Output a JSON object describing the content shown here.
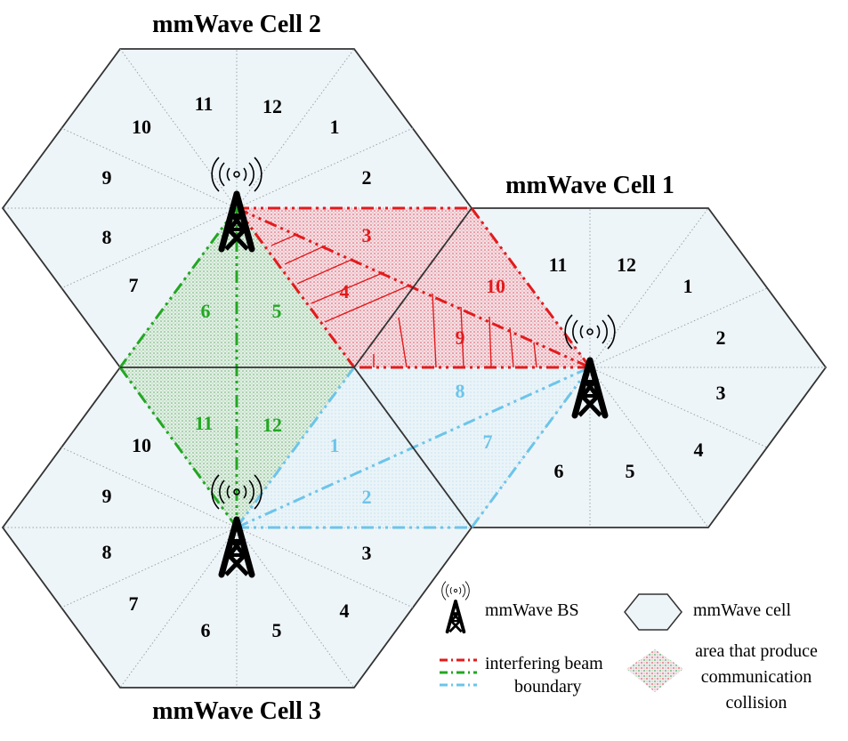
{
  "titles": {
    "cell1": "mmWave Cell 1",
    "cell2": "mmWave Cell 2",
    "cell3": "mmWave Cell 3"
  },
  "cell1": {
    "sectors": {
      "s1": "1",
      "s2": "2",
      "s3": "3",
      "s4": "4",
      "s5": "5",
      "s6": "6",
      "s7": "7",
      "s8": "8",
      "s9": "9",
      "s10": "10",
      "s11": "11",
      "s12": "12"
    }
  },
  "cell2": {
    "sectors": {
      "s1": "1",
      "s2": "2",
      "s3": "3",
      "s4": "4",
      "s5": "5",
      "s6": "6",
      "s7": "7",
      "s8": "8",
      "s9": "9",
      "s10": "10",
      "s11": "11",
      "s12": "12"
    }
  },
  "cell3": {
    "sectors": {
      "s1": "1",
      "s2": "2",
      "s3": "3",
      "s4": "4",
      "s5": "5",
      "s6": "6",
      "s7": "7",
      "s8": "8",
      "s9": "9",
      "s10": "10",
      "s11": "11",
      "s12": "12"
    }
  },
  "legend": {
    "bs": "mmWave BS",
    "cell": "mmWave cell",
    "beam_line1": "interfering beam",
    "beam_line2": "boundary",
    "area_line1": "area that produce",
    "area_line2": "communication",
    "area_line3": "collision"
  },
  "colors": {
    "red": "#e31a1c",
    "green": "#22a722",
    "blue": "#6cc4ea",
    "cell_fill": "#eef5f9",
    "edge": "#333333",
    "text": "#000000"
  }
}
